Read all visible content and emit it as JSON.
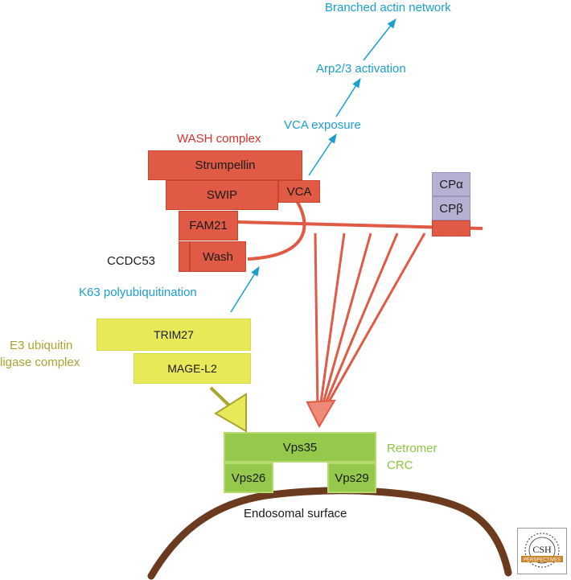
{
  "labels": {
    "branched_actin": "Branched actin network",
    "arp23": "Arp2/3 activation",
    "vca_exposure": "VCA exposure",
    "wash_complex": "WASH complex",
    "ccdc53": "CCDC53",
    "k63": "K63 polyubiquitination",
    "e3_line1": "E3 ubiquitin",
    "e3_line2": "ligase complex",
    "retromer_line1": "Retromer",
    "retromer_line2": "CRC",
    "endosomal": "Endosomal surface"
  },
  "boxes": {
    "strumpellin": "Strumpellin",
    "swip": "SWIP",
    "vca": "VCA",
    "fam21": "FAM21",
    "wash": "Wash",
    "cpa": "CPα",
    "cpb": "CPβ",
    "trim27": "TRIM27",
    "mage": "MAGE-L2",
    "vps35": "Vps35",
    "vps26": "Vps26",
    "vps29": "Vps29"
  },
  "logo": {
    "line1": "CSH",
    "line2": "PERSPECTIVES"
  },
  "colors": {
    "wash_red": "#e05a45",
    "arrow_blue": "#1a9fd0",
    "e3_yellow": "#e7e958",
    "retromer_green": "#96c84b",
    "cp_purple": "#b8b0d2",
    "endosome_brown": "#6b3a1f"
  }
}
